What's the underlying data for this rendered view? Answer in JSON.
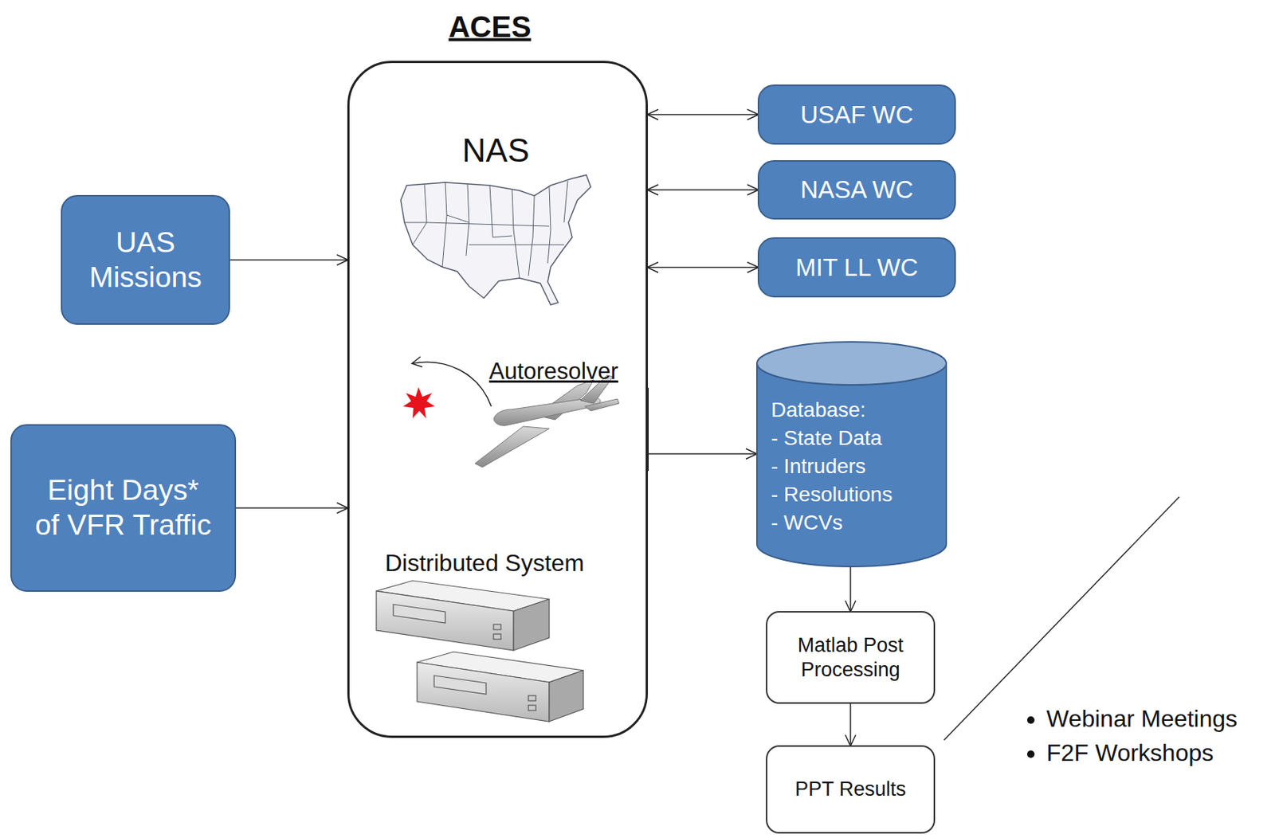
{
  "diagram": {
    "nodes": [
      {
        "text": [
          "ACES",
          "NAS",
          "Autoresolver",
          "Distributed System"
        ]
      },
      {
        "text": [
          "UAS Missions"
        ]
      },
      {
        "text": [
          "Eight Days* of VFR Traffic"
        ]
      },
      {
        "text": [
          "USAF WC"
        ]
      },
      {
        "text": [
          "NASA WC"
        ]
      },
      {
        "text": [
          "MIT LL WC"
        ]
      },
      {
        "text": [
          "Database:",
          "- State Data",
          "- Intruders",
          "- Resolutions",
          "- WCVs"
        ]
      },
      {
        "text": [
          "Matlab Post Processing"
        ]
      },
      {
        "text": [
          "PPT Results"
        ]
      }
    ],
    "edges": [
      {
        "from": 1,
        "to": 0,
        "arrow": "to"
      },
      {
        "from": 2,
        "to": 0,
        "arrow": "to"
      },
      {
        "from": 0,
        "to": 3,
        "arrow": "both"
      },
      {
        "from": 0,
        "to": 4,
        "arrow": "both"
      },
      {
        "from": 0,
        "to": 5,
        "arrow": "both"
      },
      {
        "from": 0,
        "to": 6,
        "arrow": "to"
      },
      {
        "from": 6,
        "to": 7,
        "arrow": "to"
      },
      {
        "from": 7,
        "to": 8,
        "arrow": "to"
      }
    ],
    "labels": [
      "Webinar Meetings",
      "F2F Workshops"
    ]
  }
}
